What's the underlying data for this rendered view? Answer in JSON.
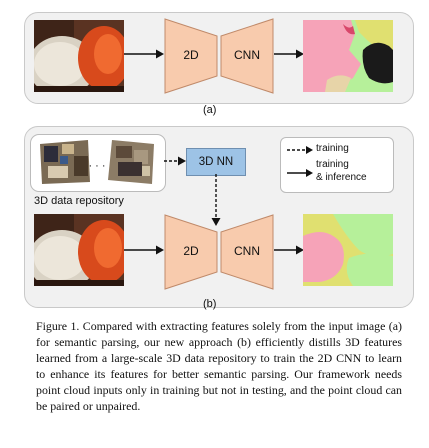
{
  "panel_a": {
    "encoder_label": "2D",
    "decoder_label": "CNN",
    "sublabel": "(a)"
  },
  "panel_b": {
    "repo_caption": "3D data repository",
    "repo_dots": "· · ·",
    "nn_label": "3D NN",
    "encoder_label": "2D",
    "decoder_label": "CNN",
    "sublabel": "(b)",
    "legend": {
      "training_label": "training",
      "training_inference_line1": "training",
      "training_inference_line2": "& inference"
    }
  },
  "colors": {
    "encoder_fill": "#f8cbad",
    "nn_fill": "#9dc3e6",
    "panel_bg": "#f1f1f1",
    "seg_pink": "#f6a3b8",
    "seg_green": "#b6f09a",
    "seg_yellow": "#e0e070"
  },
  "caption": {
    "label": "Figure 1.",
    "text": " Compared with extracting features solely from the input image (a) for semantic parsing, our new approach (b) efficiently distills 3D features learned from a large-scale 3D data repository to train the 2D CNN to learn to enhance its features for better semantic parsing. Our framework needs point cloud inputs only in training but not in testing, and the point cloud can be paired or unpaired."
  }
}
